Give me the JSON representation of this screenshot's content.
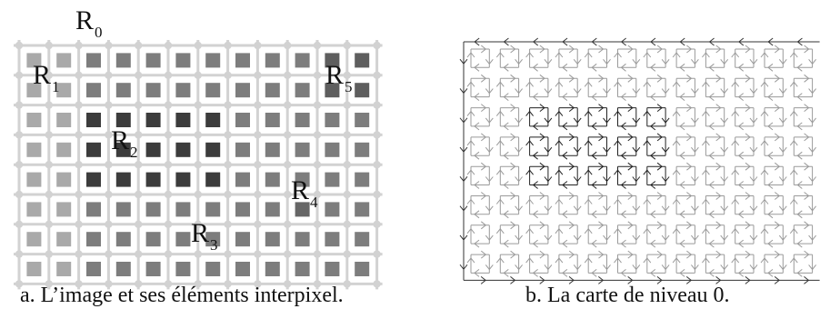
{
  "figure": {
    "panel_a": {
      "caption": "a. L’image et ses éléments interpixel.",
      "region_labels": [
        {
          "id": "R0",
          "base": "R",
          "sub": "0"
        },
        {
          "id": "R1",
          "base": "R",
          "sub": "1"
        },
        {
          "id": "R2",
          "base": "R",
          "sub": "2"
        },
        {
          "id": "R3",
          "base": "R",
          "sub": "3"
        },
        {
          "id": "R4",
          "base": "R",
          "sub": "4"
        },
        {
          "id": "R5",
          "base": "R",
          "sub": "5"
        }
      ],
      "pixel_grid": {
        "cols": 12,
        "rows": 8,
        "legend_values": {
          "0": "R1 light gray",
          "1": "R3 medium gray",
          "2": "R2 dark",
          "3": "R5 medium-dark",
          "4": "R4"
        },
        "regions": [
          [
            0,
            0,
            1,
            1,
            1,
            1,
            1,
            1,
            1,
            1,
            3,
            3
          ],
          [
            0,
            0,
            1,
            1,
            1,
            1,
            1,
            1,
            1,
            1,
            3,
            3
          ],
          [
            0,
            0,
            2,
            2,
            2,
            2,
            2,
            1,
            1,
            1,
            1,
            1
          ],
          [
            0,
            0,
            2,
            2,
            2,
            2,
            2,
            1,
            1,
            1,
            1,
            1
          ],
          [
            0,
            0,
            2,
            2,
            2,
            2,
            2,
            1,
            1,
            1,
            1,
            1
          ],
          [
            0,
            0,
            1,
            1,
            1,
            1,
            1,
            1,
            1,
            4,
            1,
            1
          ],
          [
            0,
            0,
            1,
            1,
            1,
            1,
            1,
            1,
            1,
            1,
            1,
            1
          ],
          [
            0,
            0,
            1,
            1,
            1,
            1,
            1,
            1,
            1,
            1,
            1,
            1
          ]
        ],
        "colors": {
          "0": "#a9a9a9",
          "1": "#7d7d7d",
          "2": "#3c3c3c",
          "3": "#5e5e5e",
          "4": "#666666"
        },
        "interpixel_color": "#d2d2d2"
      }
    },
    "panel_b": {
      "caption": "b. La carte de niveau 0.",
      "darts": {
        "cols": 12,
        "rows": 8,
        "line_color": "#9a9a9a",
        "dark_color": "#222222"
      }
    }
  }
}
